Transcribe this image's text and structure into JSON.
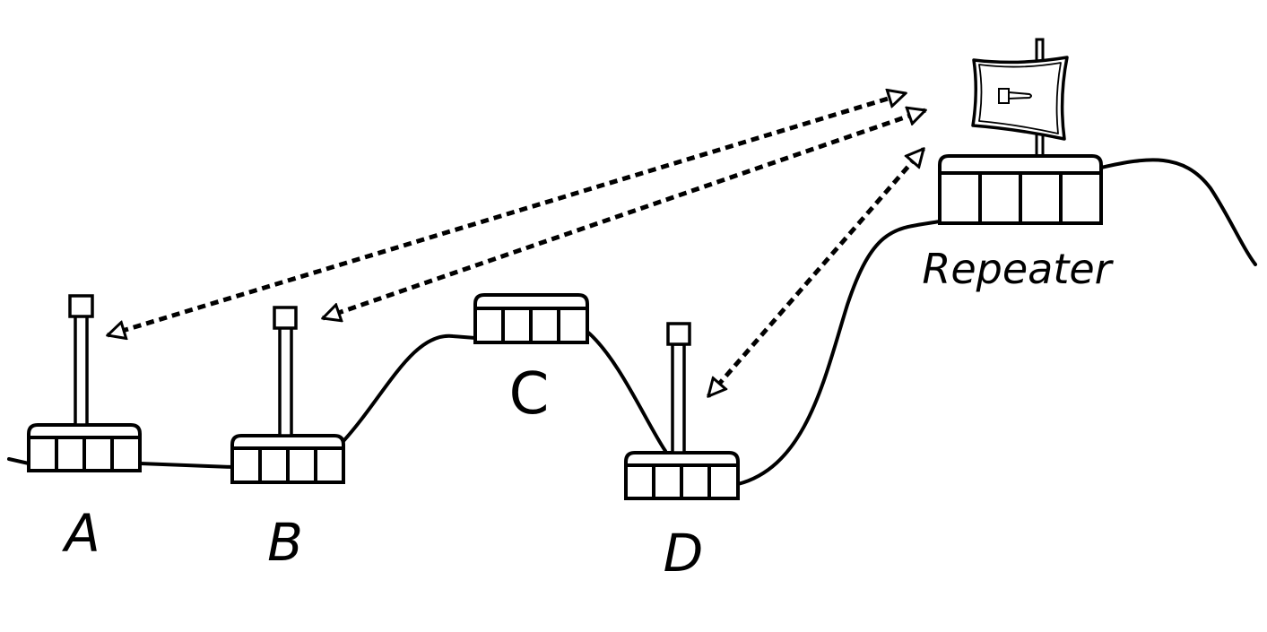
{
  "diagram": {
    "labels": {
      "a": "A",
      "b": "B",
      "c": "C",
      "d": "D",
      "repeater": "Repeater"
    },
    "colors": {
      "ink": "#000000",
      "background": "#ffffff"
    },
    "icons": {
      "building": "building-icon",
      "antenna_mast": "antenna-mast-icon",
      "dish": "dish-antenna-icon",
      "link": "wireless-link-arrow"
    }
  }
}
